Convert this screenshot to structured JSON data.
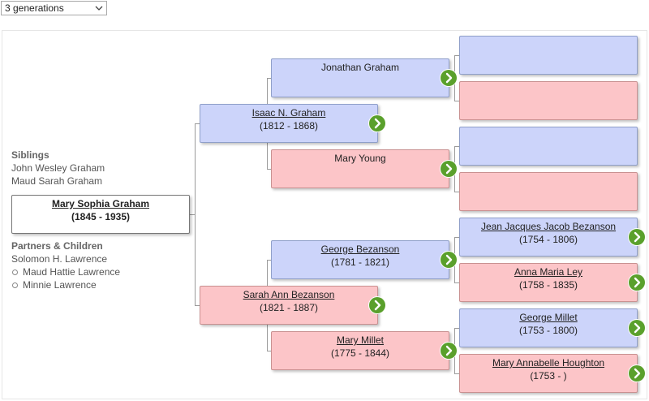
{
  "generations": {
    "selected": "3 generations"
  },
  "siblings": {
    "heading": "Siblings",
    "items": [
      "John Wesley Graham",
      "Maud Sarah Graham"
    ]
  },
  "root": {
    "name": "Mary Sophia Graham",
    "years": "(1845 - 1935)"
  },
  "partners": {
    "heading": "Partners & Children",
    "partner": "Solomon H. Lawrence",
    "children": [
      "Maud Hattie Lawrence",
      "Minnie Lawrence"
    ]
  },
  "parents": {
    "father": {
      "name": "Isaac N. Graham",
      "years": "(1812 - 1868)"
    },
    "mother": {
      "name": "Sarah Ann Bezanson",
      "years": "(1821 - 1887)"
    }
  },
  "grandparents": {
    "ff": {
      "name": "Jonathan Graham",
      "years": ""
    },
    "fm": {
      "name": "Mary Young",
      "years": ""
    },
    "mf": {
      "name": "George Bezanson",
      "years": "(1781 - 1821)"
    },
    "mm": {
      "name": "Mary Millet",
      "years": "(1775 - 1844)"
    }
  },
  "great_grandparents": {
    "g5": {
      "name": "Jean Jacques Jacob Bezanson",
      "years": "(1754 - 1806)"
    },
    "g6": {
      "name": "Anna Maria Ley",
      "years": "(1758 - 1835)"
    },
    "g7": {
      "name": "George Millet",
      "years": "(1753 - 1800)"
    },
    "g8": {
      "name": "Mary Annabelle Houghton",
      "years": "(1753 - )"
    }
  },
  "colors": {
    "male": "#ccd4fa",
    "female": "#fcc5c8",
    "arrow": "#5aa02c"
  }
}
